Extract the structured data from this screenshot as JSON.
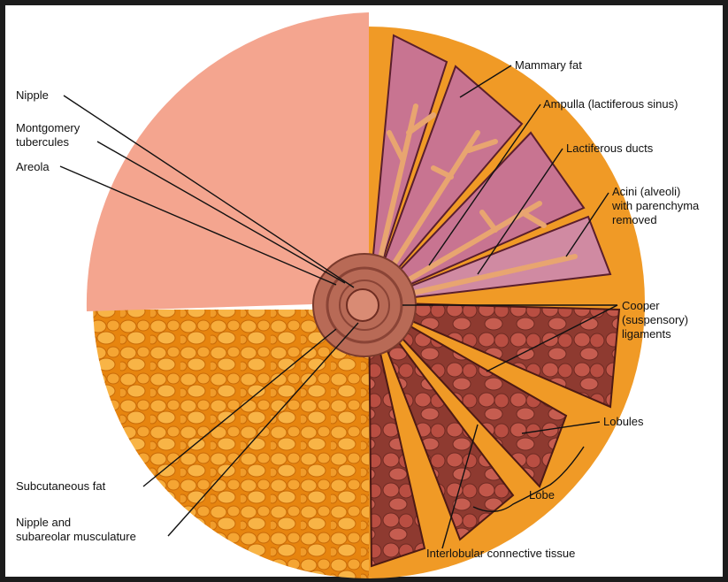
{
  "labels": {
    "nipple": "Nipple",
    "montgomery": "Montgomery\ntubercules",
    "areola": "Areola",
    "subcutaneous_fat": "Subcutaneous fat",
    "nipple_musculature": "Nipple and\nsubareolar musculature",
    "mammary_fat": "Mammary fat",
    "ampulla": "Ampulla (lactiferous sinus)",
    "lactiferous_ducts": "Lactiferous ducts",
    "acini": "Acini (alveoli)\nwith parenchyma\nremoved",
    "cooper": "Cooper\n(suspensory)\nligaments",
    "lobules": "Lobules",
    "lobe": "Lobe",
    "interlobular": "Interlobular connective tissue"
  },
  "colors": {
    "skin": "#f4a58f",
    "fat": "#f39a22",
    "lobe_tissue": "#b6544a",
    "duct_bg": "#c87491",
    "areola": "#b86a56"
  }
}
